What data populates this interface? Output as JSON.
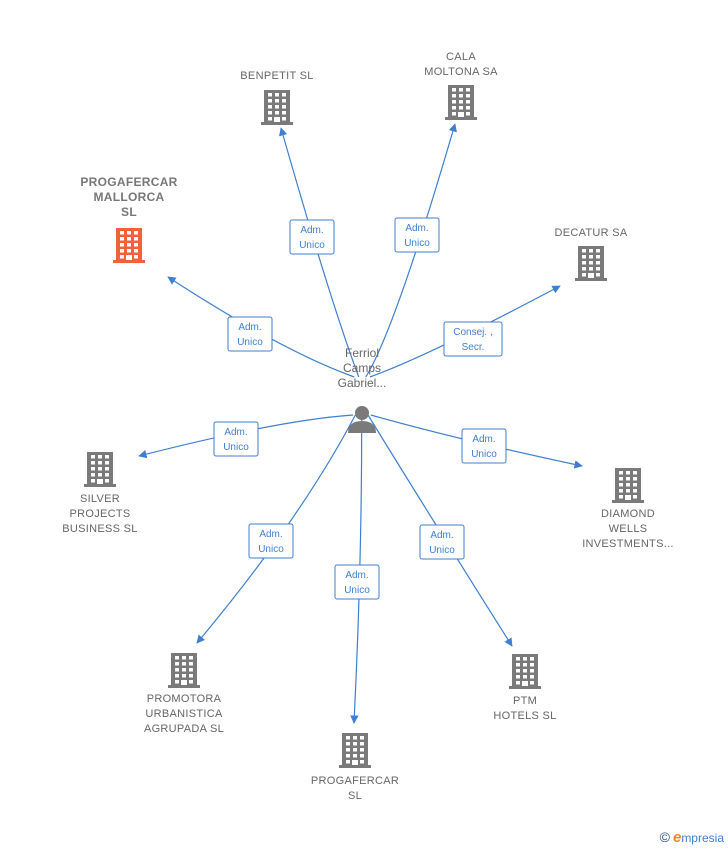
{
  "colors": {
    "edge": "#3f7fd0",
    "building": "#7a7a7a",
    "building_focus": "#f0623a",
    "person": "#7a7a7a"
  },
  "person": {
    "icon": "person-icon",
    "label_lines": [
      "Ferriol",
      "Camps",
      "Gabriel..."
    ]
  },
  "companies": [
    {
      "id": "benpetit",
      "icon": "building-icon",
      "label_lines": [
        "BENPETIT  SL"
      ],
      "focus": false
    },
    {
      "id": "cala-moltona",
      "icon": "building-icon",
      "label_lines": [
        "CALA",
        "MOLTONA SA"
      ],
      "focus": false
    },
    {
      "id": "progafercar-mallorca",
      "icon": "building-icon",
      "label_lines": [
        "PROGAFERCAR",
        "MALLORCA",
        "SL"
      ],
      "focus": true
    },
    {
      "id": "decatur",
      "icon": "building-icon",
      "label_lines": [
        "DECATUR SA"
      ],
      "focus": false
    },
    {
      "id": "silver-projects",
      "icon": "building-icon",
      "label_lines": [
        "SILVER",
        "PROJECTS",
        "BUSINESS  SL"
      ],
      "focus": false
    },
    {
      "id": "diamond-wells",
      "icon": "building-icon",
      "label_lines": [
        "DIAMOND",
        "WELLS",
        "INVESTMENTS..."
      ],
      "focus": false
    },
    {
      "id": "promotora",
      "icon": "building-icon",
      "label_lines": [
        "PROMOTORA",
        "URBANISTICA",
        "AGRUPADA  SL"
      ],
      "focus": false
    },
    {
      "id": "progafercar",
      "icon": "building-icon",
      "label_lines": [
        "PROGAFERCAR",
        "SL"
      ],
      "focus": false
    },
    {
      "id": "ptm-hotels",
      "icon": "building-icon",
      "label_lines": [
        "PTM",
        "HOTELS  SL"
      ],
      "focus": false
    }
  ],
  "edges": [
    {
      "to": "benpetit",
      "role_lines": [
        "Adm.",
        "Unico"
      ]
    },
    {
      "to": "cala-moltona",
      "role_lines": [
        "Adm.",
        "Unico"
      ]
    },
    {
      "to": "progafercar-mallorca",
      "role_lines": [
        "Adm.",
        "Unico"
      ]
    },
    {
      "to": "decatur",
      "role_lines": [
        "Consej. ,",
        "Secr."
      ]
    },
    {
      "to": "silver-projects",
      "role_lines": [
        "Adm.",
        "Unico"
      ]
    },
    {
      "to": "diamond-wells",
      "role_lines": [
        "Adm.",
        "Unico"
      ]
    },
    {
      "to": "promotora",
      "role_lines": [
        "Adm.",
        "Unico"
      ]
    },
    {
      "to": "progafercar",
      "role_lines": [
        "Adm.",
        "Unico"
      ]
    },
    {
      "to": "ptm-hotels",
      "role_lines": [
        "Adm.",
        "Unico"
      ]
    }
  ],
  "brand": {
    "copyright": "©",
    "initial": "e",
    "name": "mpresia"
  }
}
